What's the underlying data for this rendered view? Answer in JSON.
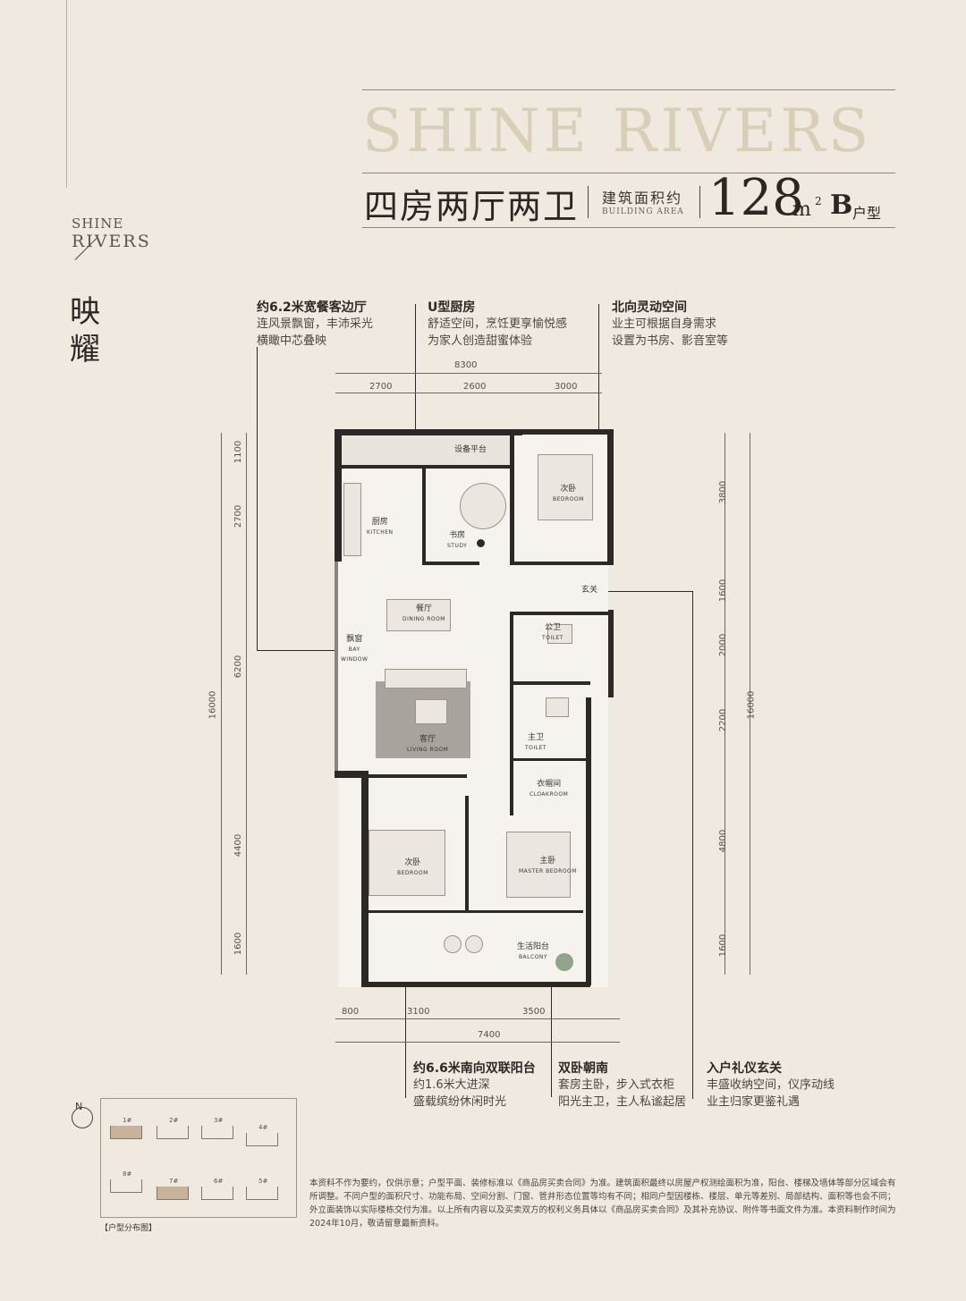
{
  "brand": {
    "line1": "SHINE",
    "line2": "RIVERS",
    "side_title": "映耀"
  },
  "header": {
    "hero": "SHINE RIVERS",
    "rooms": "四房两厅两卫",
    "area_label_cn": "建筑面积约",
    "area_label_en": "BUILDING AREA",
    "area_value": "128",
    "area_unit": "m",
    "area_sup": "2",
    "type_letter": "B",
    "type_suffix": "户型"
  },
  "callouts_top": [
    {
      "title": "约6.2米宽餐客边厅",
      "lines": [
        "连风景飘窗，丰沛采光",
        "横瞰中芯叠映"
      ]
    },
    {
      "title": "U型厨房",
      "lines": [
        "舒适空间，烹饪更享愉悦感",
        "为家人创造甜蜜体验"
      ]
    },
    {
      "title": "北向灵动空间",
      "lines": [
        "业主可根据自身需求",
        "设置为书房、影音室等"
      ]
    }
  ],
  "callouts_bottom": [
    {
      "title": "约6.6米南向双联阳台",
      "lines": [
        "约1.6米大进深",
        "盛载缤纷休闲时光"
      ]
    },
    {
      "title": "双卧朝南",
      "lines": [
        "套房主卧，步入式衣柜",
        "阳光主卫，主人私谧起居"
      ]
    },
    {
      "title": "入户礼仪玄关",
      "lines": [
        "丰盛收纳空间，仪序动线",
        "业主归家更鉴礼遇"
      ]
    }
  ],
  "dims": {
    "top_total": "8300",
    "top": [
      "2700",
      "2600",
      "3000"
    ],
    "bottom": [
      "800",
      "3100",
      "3500"
    ],
    "bottom_total": "7400",
    "left": [
      "1100",
      "2700",
      "6200",
      "4400",
      "1600"
    ],
    "left_total": "16000",
    "right": [
      "3800",
      "1600",
      "2000",
      "2200",
      "4800",
      "1600"
    ],
    "right_total": "16000"
  },
  "rooms": {
    "equipment": "设备平台",
    "kitchen": "厨房",
    "kitchen_en": "KITCHEN",
    "study": "书房",
    "study_en": "STUDY",
    "bedroom_n": "次卧",
    "bedroom_n_en": "BEDROOM",
    "entrance": "玄关",
    "dining": "餐厅",
    "dining_en": "DINING ROOM",
    "bay": "飘窗",
    "bay_en1": "BAY",
    "bay_en2": "WINDOW",
    "toilet_pub": "公卫",
    "toilet_pub_en": "TOILET",
    "living": "客厅",
    "living_en": "LIVING ROOM",
    "toilet_main": "主卫",
    "toilet_main_en": "TOILET",
    "cloak": "衣帽间",
    "cloak_en": "CLOAKROOM",
    "bedroom_s": "次卧",
    "bedroom_s_en": "BEDROOM",
    "master": "主卧",
    "master_en": "MASTER BEDROOM",
    "balcony": "生活阳台",
    "balcony_en": "BALCONY"
  },
  "site": {
    "north": "N",
    "buildings": [
      "1#",
      "2#",
      "3#",
      "4#",
      "8#",
      "7#",
      "6#",
      "5#"
    ],
    "legend": "【户型分布图】"
  },
  "disclaimer": "本资料不作为要约，仅供示意；户型平面、装修标准以《商品房买卖合同》为准。建筑面积最终以房屋产权测绘面积为准，阳台、楼梯及墙体等部分区域会有所调整。不同户型的面积尺寸、功能布局、空间分割、门窗、管井形态位置等均有不同；相同户型因楼栋、楼层、单元等差别、局部结构、面积等也会不同；外立面装饰以实际楼栋交付为准。以上所有内容以及买卖双方的权利义务具体以《商品房买卖合同》及其补充协议、附件等书面文件为准。本资料制作时间为2024年10月，敬请留意最新资料。",
  "colors": {
    "background": "#efe9e0",
    "wall": "#2b2826",
    "hero": "#d9ceb6",
    "highlight": "#c8b39a"
  }
}
